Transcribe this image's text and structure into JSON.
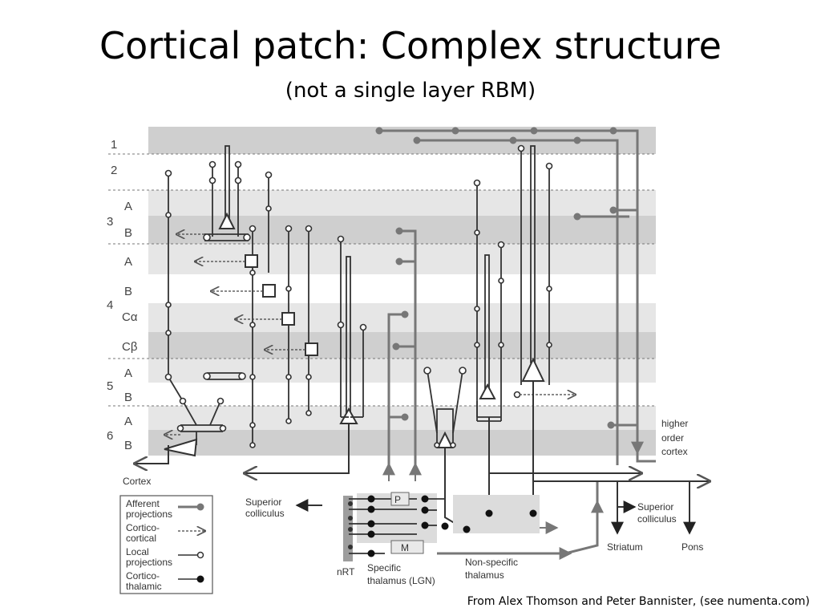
{
  "title": "Cortical patch: Complex structure",
  "subtitle": "(not a single layer RBM)",
  "credit": "From Alex Thomson and Peter Bannister,  (see numenta.com)",
  "layers": {
    "l1": "1",
    "l2": "2",
    "l3": "3",
    "l3a": "A",
    "l3b": "B",
    "l4": "4",
    "l4a": "A",
    "l4b": "B",
    "l4ca": "Cα",
    "l4cb": "Cβ",
    "l5": "5",
    "l5a": "A",
    "l5b": "B",
    "l6": "6",
    "l6a": "A",
    "l6b": "B"
  },
  "labels": {
    "cortex": "Cortex",
    "superior_colliculus_left": [
      "Superior",
      "colliculus"
    ],
    "higher_order_cortex": [
      "higher",
      "order",
      "cortex"
    ],
    "superior_colliculus_right": [
      "Superior",
      "colliculus"
    ],
    "striatum": "Striatum",
    "pons": "Pons",
    "nrt": "nRT",
    "p": "P",
    "m": "M",
    "specific_thalamus": [
      "Specific",
      "thalamus (LGN)"
    ],
    "nonspecific_thalamus": [
      "Non-specific",
      "thalamus"
    ]
  },
  "legend": [
    {
      "label": [
        "Afferent",
        "projections"
      ],
      "marker": "filled-grey"
    },
    {
      "label": [
        "Cortico-",
        "cortical"
      ],
      "marker": "dashed-arrow"
    },
    {
      "label": [
        "Local",
        "projections"
      ],
      "marker": "open-circle"
    },
    {
      "label": [
        "Cortico-",
        "thalamic"
      ],
      "marker": "filled-black"
    }
  ],
  "colors": {
    "band_dark": "#cfcfcf",
    "band_light": "#e6e6e6",
    "line": "#333333",
    "afferent": "#777777"
  }
}
